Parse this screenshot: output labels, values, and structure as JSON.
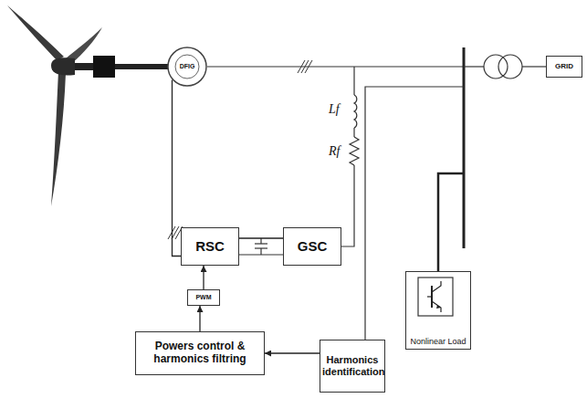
{
  "diagram": {
    "nodes": [
      {
        "text": [
          "DFIG"
        ]
      },
      {
        "text": [
          "GRID"
        ]
      },
      {
        "text": [
          "RSC"
        ]
      },
      {
        "text": [
          "GSC"
        ]
      },
      {
        "text": [
          "PWM"
        ]
      },
      {
        "text": [
          "Powers control & harmonics filtring"
        ]
      },
      {
        "text": [
          "Harmonics identification"
        ]
      },
      {
        "text": [
          "Nonlinear Load"
        ]
      }
    ],
    "edges": [
      {
        "from": 4,
        "to": 2,
        "arrow": "to"
      },
      {
        "from": 5,
        "to": 4,
        "arrow": "to"
      },
      {
        "from": 6,
        "to": 5,
        "arrow": "to"
      },
      {
        "from": 0,
        "to": 2,
        "arrow": "none"
      },
      {
        "from": 2,
        "to": 3,
        "arrow": "none"
      }
    ],
    "labels": [
      "Lf",
      "Rf"
    ]
  }
}
